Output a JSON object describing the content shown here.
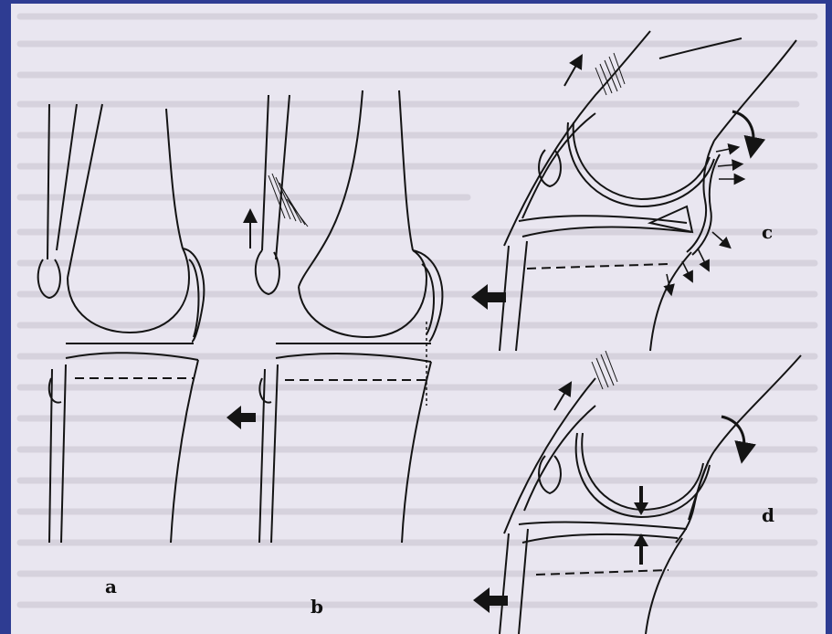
{
  "figure": {
    "panels": [
      {
        "id": "a",
        "label": "a"
      },
      {
        "id": "b",
        "label": "b"
      },
      {
        "id": "c",
        "label": "c"
      },
      {
        "id": "d",
        "label": "d"
      }
    ]
  },
  "colors": {
    "frame": "#2e3c92",
    "paper": "#e9e6f0",
    "ink": "#141414",
    "bleed_text": "#b9b5c2"
  }
}
